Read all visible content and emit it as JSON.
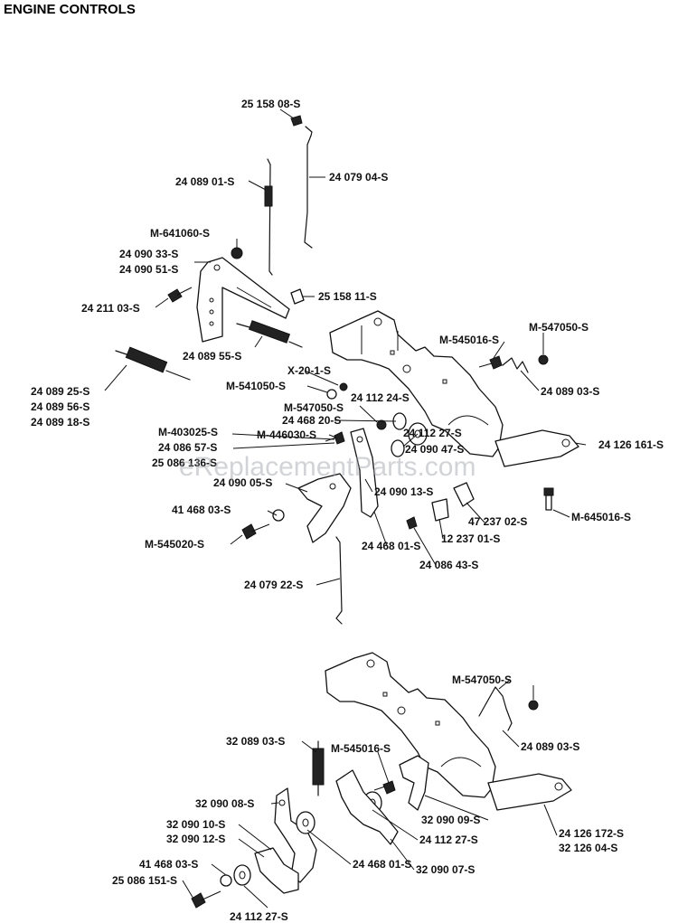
{
  "title": "ENGINE CONTROLS",
  "watermark": "eReplacementParts.com",
  "upper_assembly_labels": [
    "25 158 08-S",
    "24 089 01-S",
    "24 079 04-S",
    "M-641060-S",
    "24 090 33-S",
    "24 090 51-S",
    "24 211 03-S",
    "25 158 11-S",
    "24 089 55-S",
    "M-545016-S",
    "M-547050-S",
    "X-20-1-S",
    "24 089 25-S",
    "24 089 56-S",
    "24 089 18-S",
    "M-541050-S",
    "24 112 24-S",
    "24 089 03-S",
    "M-547050-S",
    "24 468 20-S",
    "M-403025-S",
    "M-446030-S",
    "24 112 27-S",
    "24 126 161-S",
    "24 086 57-S",
    "24 090 47-S",
    "25 086 136-S",
    "24 090 05-S",
    "24 090 13-S",
    "41 468 03-S",
    "47 237 02-S",
    "M-645016-S",
    "12 237 01-S",
    "M-545020-S",
    "24 468 01-S",
    "24 086 43-S",
    "24 079 22-S"
  ],
  "lower_assembly_labels": [
    "M-547050-S",
    "24 089 03-S",
    "32 089 03-S",
    "M-545016-S",
    "32 090 08-S",
    "32 090 09-S",
    "32 090 10-S",
    "32 090 12-S",
    "24 112 27-S",
    "24 126 172-S",
    "32 126 04-S",
    "41 468 03-S",
    "24 468 01-S",
    "32 090 07-S",
    "25 086 151-S",
    "24 112 27-S"
  ]
}
